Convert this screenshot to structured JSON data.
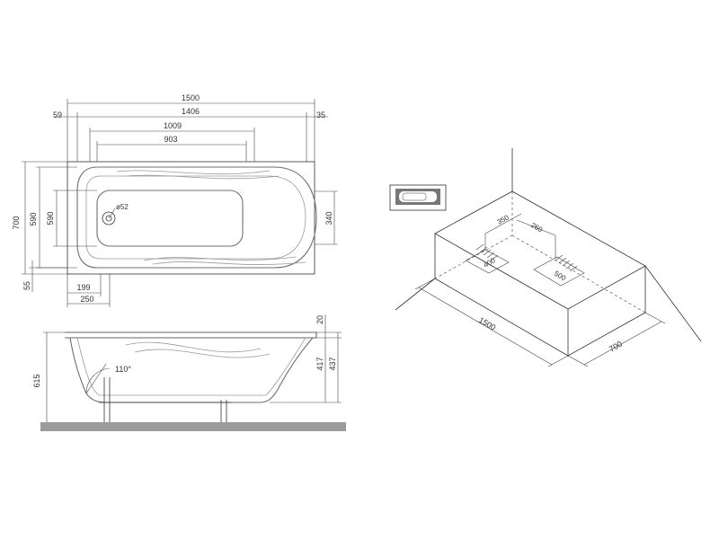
{
  "top_view": {
    "dims": {
      "length_total": "1500",
      "length_inner": "1406",
      "rim_left": "59",
      "rim_right": "35",
      "bottom_outer": "1009",
      "bottom_inner": "903",
      "width_total": "700",
      "width_inner": "590",
      "width_bottom": "590",
      "foot_right": "340",
      "rim_front": "55",
      "leg_pos": "199",
      "leg_pos2": "250",
      "drain": "ø52"
    }
  },
  "side_view": {
    "dims": {
      "height_total": "615",
      "depth_rim": "20",
      "depth_inner": "417",
      "depth_outer": "437",
      "angle": "110°"
    }
  },
  "install_view": {
    "dims": {
      "pipe_a": "350",
      "pipe_b": "260",
      "zone_a": "400",
      "zone_b": "500",
      "niche_length": "1500",
      "niche_width": "700"
    }
  }
}
